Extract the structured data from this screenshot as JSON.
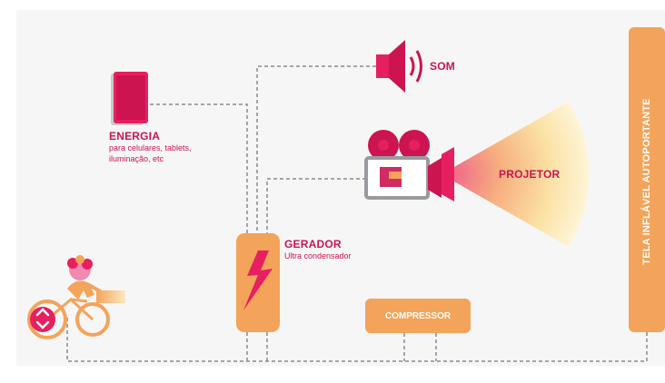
{
  "nodes": {
    "som": {
      "label": "SOM"
    },
    "energia": {
      "title": "ENERGIA",
      "desc_line1": "para celulares, tablets,",
      "desc_line2": "iluminação, etc"
    },
    "projetor": {
      "label": "PROJETOR"
    },
    "gerador": {
      "title": "GERADOR",
      "subtitle": "Ultra condensador"
    },
    "compressor": {
      "label": "COMPRESSOR"
    },
    "tela": {
      "label": "TELA INFLÁVEL AUTOPORTANTE"
    }
  },
  "colors": {
    "magenta": "#cc1450",
    "pink": "#e6205f",
    "orange": "#f4a35a",
    "connector": "#8a8a8a"
  },
  "icons": [
    "speaker-icon",
    "tablet-icon",
    "video-camera-icon",
    "lightning-icon",
    "cyclist-icon",
    "recycle-icon"
  ]
}
